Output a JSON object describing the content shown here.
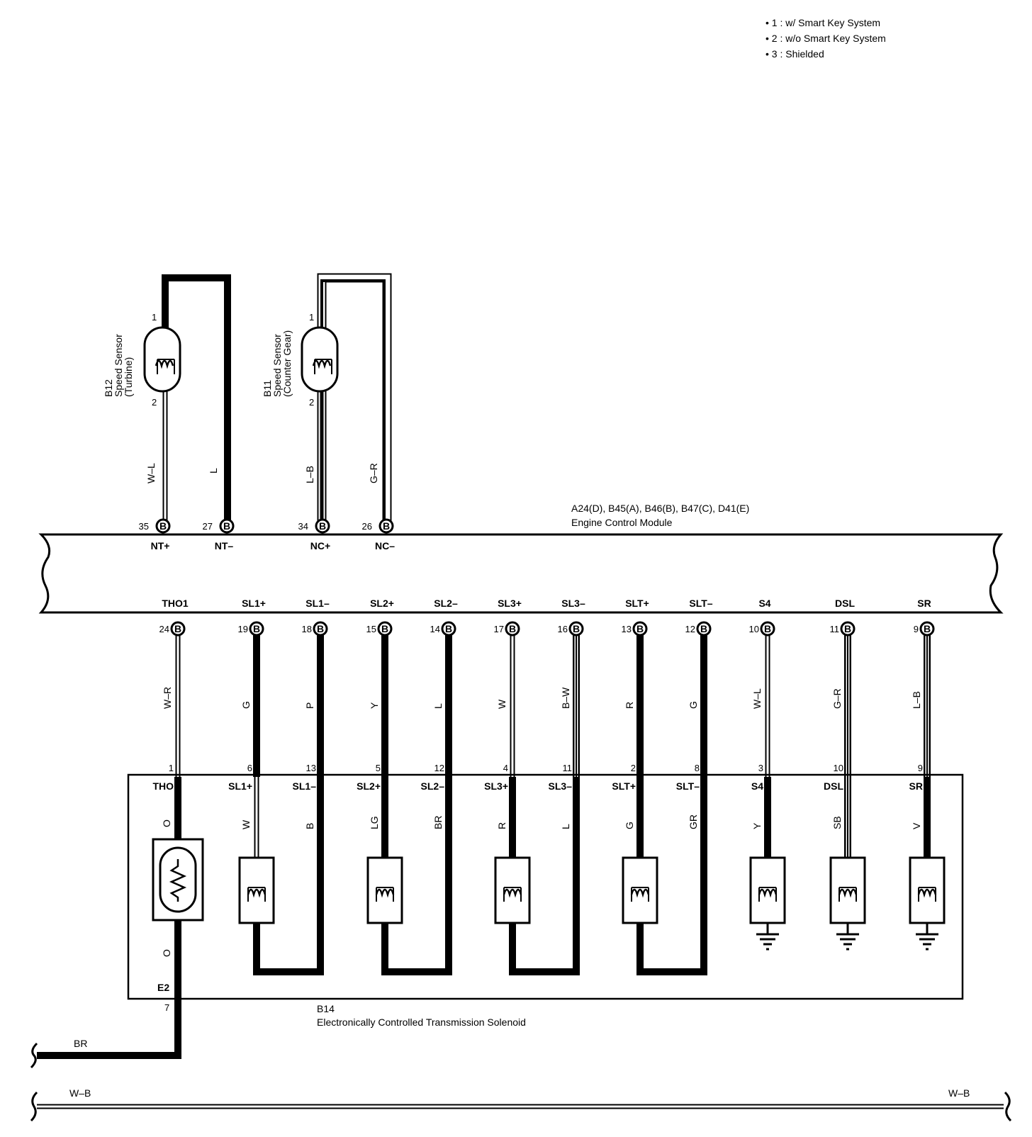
{
  "notes": [
    "• 1 : w/ Smart Key System",
    "• 2 : w/o Smart Key System",
    "• 3 : Shielded"
  ],
  "ecm": {
    "connectors": "A24(D), B45(A), B46(B), B47(C), D41(E)",
    "name": "Engine Control Module",
    "connector_letter": "B"
  },
  "sensors": [
    {
      "id": "B12",
      "name": "Speed Sensor",
      "sub": "(Turbine)",
      "pin_top": "1",
      "pin_bottom": "2"
    },
    {
      "id": "B11",
      "name": "Speed Sensor",
      "sub": "(Counter Gear)",
      "pin_top": "1",
      "pin_bottom": "2"
    }
  ],
  "ecm_top_pins": [
    {
      "pin": "35",
      "term": "NT+",
      "wire": "W–L"
    },
    {
      "pin": "27",
      "term": "NT–",
      "wire": "L"
    },
    {
      "pin": "34",
      "term": "NC+",
      "wire": "L–B"
    },
    {
      "pin": "26",
      "term": "NC–",
      "wire": "G–R"
    }
  ],
  "ecm_bottom_pins": [
    {
      "term": "THO1",
      "pin": "24",
      "wire": "W–R",
      "sol_pin": "1",
      "sol_term": "THO",
      "inner_wire": "O"
    },
    {
      "term": "SL1+",
      "pin": "19",
      "wire": "G",
      "sol_pin": "6",
      "sol_term": "SL1+",
      "inner_wire": "W"
    },
    {
      "term": "SL1–",
      "pin": "18",
      "wire": "P",
      "sol_pin": "13",
      "sol_term": "SL1–",
      "inner_wire": "B"
    },
    {
      "term": "SL2+",
      "pin": "15",
      "wire": "Y",
      "sol_pin": "5",
      "sol_term": "SL2+",
      "inner_wire": "LG"
    },
    {
      "term": "SL2–",
      "pin": "14",
      "wire": "L",
      "sol_pin": "12",
      "sol_term": "SL2–",
      "inner_wire": "BR"
    },
    {
      "term": "SL3+",
      "pin": "17",
      "wire": "W",
      "sol_pin": "4",
      "sol_term": "SL3+",
      "inner_wire": "R"
    },
    {
      "term": "SL3–",
      "pin": "16",
      "wire": "B–W",
      "sol_pin": "11",
      "sol_term": "SL3–",
      "inner_wire": "L"
    },
    {
      "term": "SLT+",
      "pin": "13",
      "wire": "R",
      "sol_pin": "2",
      "sol_term": "SLT+",
      "inner_wire": "G"
    },
    {
      "term": "SLT–",
      "pin": "12",
      "wire": "G",
      "sol_pin": "8",
      "sol_term": "SLT–",
      "inner_wire": "GR"
    },
    {
      "term": "S4",
      "pin": "10",
      "wire": "W–L",
      "sol_pin": "3",
      "sol_term": "S4",
      "inner_wire": "Y"
    },
    {
      "term": "DSL",
      "pin": "11",
      "wire": "G–R",
      "sol_pin": "10",
      "sol_term": "DSL",
      "inner_wire": "SB"
    },
    {
      "term": "SR",
      "pin": "9",
      "wire": "L–B",
      "sol_pin": "9",
      "sol_term": "SR",
      "inner_wire": "V"
    }
  ],
  "solenoid": {
    "id": "B14",
    "name": "Electronically Controlled Transmission Solenoid",
    "thermistor_out_wire": "O",
    "ground_term": "E2",
    "ground_pin": "7"
  },
  "ground_wire": "BR",
  "bottom_bus": {
    "left": "W–B",
    "right": "W–B"
  },
  "colors": {
    "ink": "#000000",
    "paper": "#ffffff"
  }
}
